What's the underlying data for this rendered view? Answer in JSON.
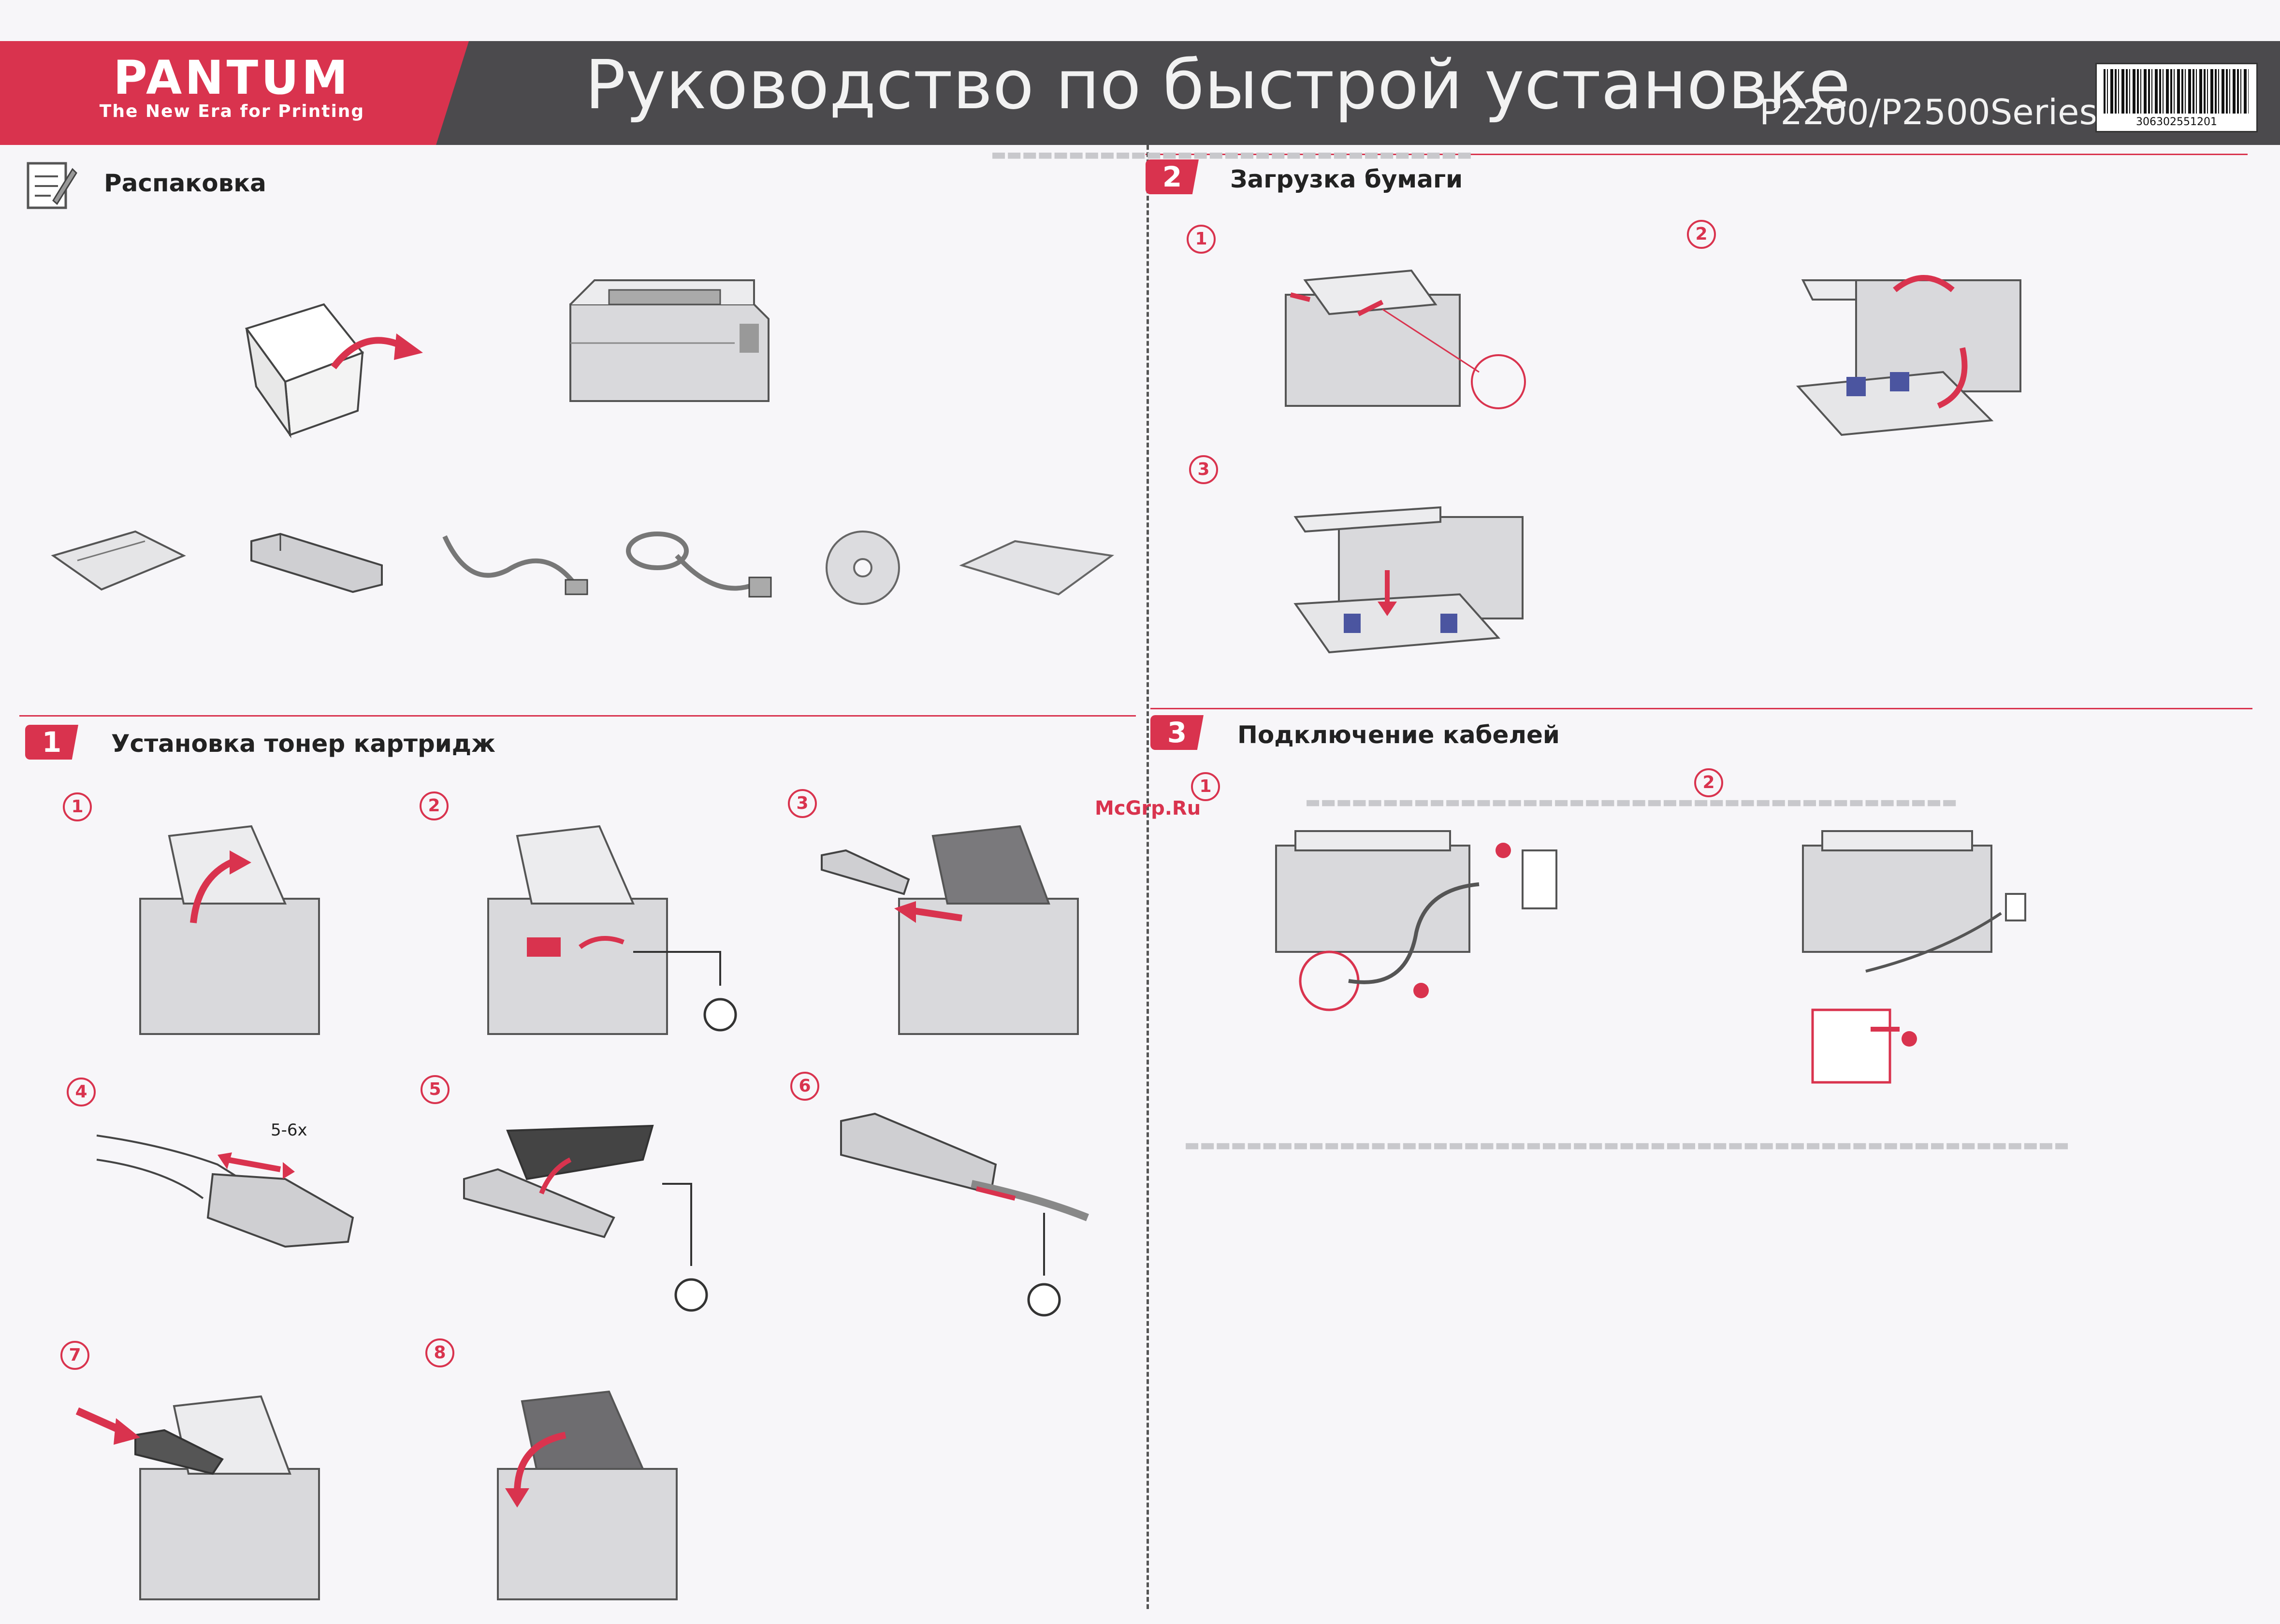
{
  "header": {
    "brand": "PANTUM",
    "tagline": "The New Era for Printing",
    "title": "Руководство по быстрой установке",
    "series": "P2200/P2500Series",
    "barcode_number": "306302551201"
  },
  "watermark": "McGrp.Ru",
  "sections": {
    "unpacking": {
      "title": "Распаковка"
    },
    "paper": {
      "number": "2",
      "title": "Загрузка бумаги",
      "steps": [
        "1",
        "2",
        "3"
      ]
    },
    "toner": {
      "number": "1",
      "title": "Установка тонер картридж",
      "steps": [
        "1",
        "2",
        "3",
        "4",
        "5",
        "6",
        "7",
        "8"
      ],
      "shake_label": "5-6x"
    },
    "cables": {
      "number": "3",
      "title": "Подключение кабелей",
      "steps": [
        "1",
        "2"
      ]
    }
  },
  "colors": {
    "accent": "#d9334e",
    "header_bg": "#4b4a4d",
    "paper": "#f7f6f9"
  },
  "icons": [
    "unpack-icon",
    "printer-illustration",
    "toner-cartridge-illustration",
    "usb-cable-illustration",
    "power-cable-illustration",
    "cd-illustration",
    "bag-illustration",
    "recycle-icon"
  ]
}
